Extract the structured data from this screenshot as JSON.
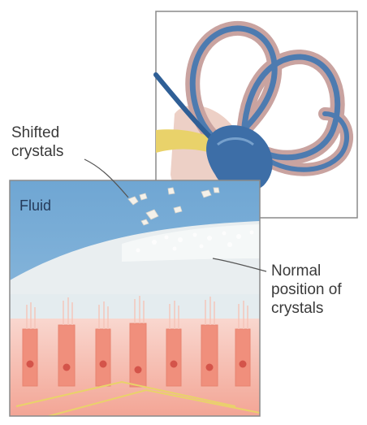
{
  "labels": {
    "shifted_line1": "Shifted",
    "shifted_line2": "crystals",
    "fluid": "Fluid",
    "normal_line1": "Normal",
    "normal_line2": "position of",
    "normal_line3": "crystals"
  },
  "colors": {
    "fluid_blue": "#7fb3da",
    "canal_blue": "#3b6ea6",
    "canal_tissue": "#c9a3a0",
    "gel_white": "#e9eef0",
    "hair_cell_pink": "#f2a79a",
    "nerve_yellow": "#e9d26a",
    "frame_gray": "#8a8a8a"
  },
  "icons": {
    "inner_ear": "inner-ear-illustration",
    "crystal": "otoconia-crystal"
  }
}
